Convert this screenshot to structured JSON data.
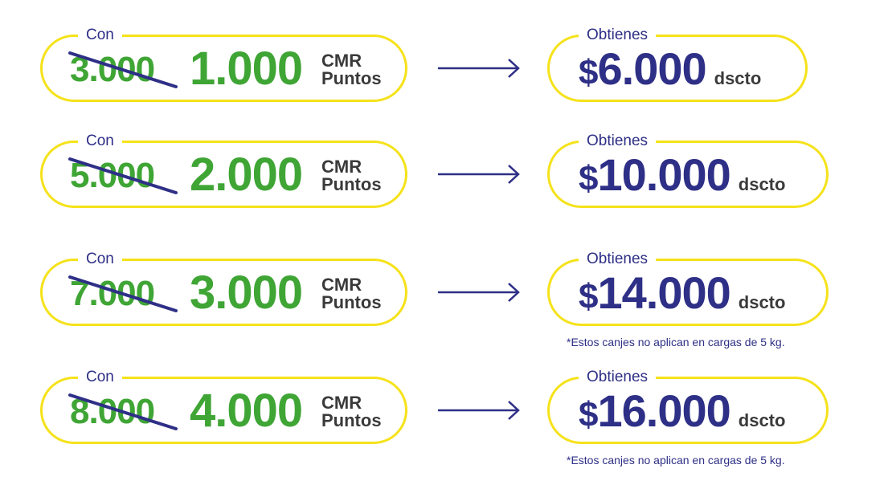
{
  "colors": {
    "pill_border": "#f5e21a",
    "points_green": "#3fa535",
    "brand_navy": "#2e2f86",
    "dark_text": "#3a3a3a"
  },
  "offers": [
    {
      "con_label": "Con",
      "old_points": "3.000",
      "new_points": "1.000",
      "unit_line1": "CMR",
      "unit_line2": "Puntos",
      "obtienes_label": "Obtienes",
      "currency": "$",
      "discount": "6.000",
      "discount_suffix": "dscto",
      "note": ""
    },
    {
      "con_label": "Con",
      "old_points": "5.000",
      "new_points": "2.000",
      "unit_line1": "CMR",
      "unit_line2": "Puntos",
      "obtienes_label": "Obtienes",
      "currency": "$",
      "discount": "10.000",
      "discount_suffix": "dscto",
      "note": ""
    },
    {
      "con_label": "Con",
      "old_points": "7.000",
      "new_points": "3.000",
      "unit_line1": "CMR",
      "unit_line2": "Puntos",
      "obtienes_label": "Obtienes",
      "currency": "$",
      "discount": "14.000",
      "discount_suffix": "dscto",
      "note": "*Estos canjes no aplican en cargas de 5 kg."
    },
    {
      "con_label": "Con",
      "old_points": "8.000",
      "new_points": "4.000",
      "unit_line1": "CMR",
      "unit_line2": "Puntos",
      "obtienes_label": "Obtienes",
      "currency": "$",
      "discount": "16.000",
      "discount_suffix": "dscto",
      "note": "*Estos canjes no aplican en cargas de 5 kg."
    }
  ]
}
